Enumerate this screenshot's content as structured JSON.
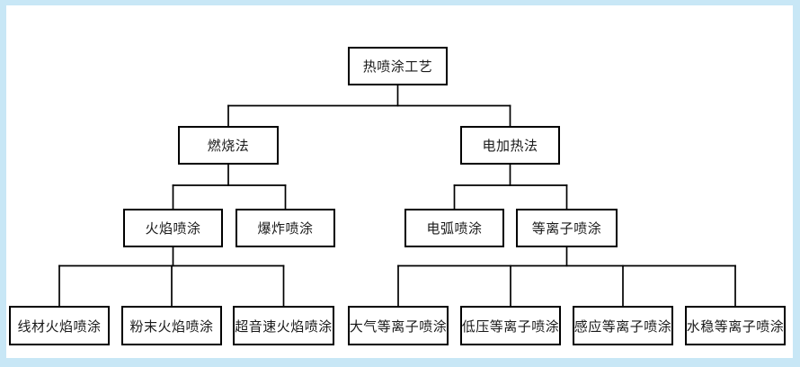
{
  "diagram": {
    "type": "tree-flowchart",
    "title_node": "热喷涂工艺",
    "nodes": [
      {
        "id": "thermal-spray-process",
        "label": "热喷涂工艺",
        "level": 1,
        "parent": null
      },
      {
        "id": "combustion-method",
        "label": "燃烧法",
        "level": 2,
        "parent": "thermal-spray-process"
      },
      {
        "id": "electric-heating-method",
        "label": "电加热法",
        "level": 2,
        "parent": "thermal-spray-process"
      },
      {
        "id": "flame-spraying",
        "label": "火焰喷涂",
        "level": 3,
        "parent": "combustion-method"
      },
      {
        "id": "detonation-spraying",
        "label": "爆炸喷涂",
        "level": 3,
        "parent": "combustion-method"
      },
      {
        "id": "arc-spraying",
        "label": "电弧喷涂",
        "level": 3,
        "parent": "electric-heating-method"
      },
      {
        "id": "plasma-spraying",
        "label": "等离子喷涂",
        "level": 3,
        "parent": "electric-heating-method"
      },
      {
        "id": "wire-flame-spraying",
        "label": "线材火焰喷涂",
        "level": 4,
        "parent": "flame-spraying"
      },
      {
        "id": "powder-flame-spraying",
        "label": "粉末火焰喷涂",
        "level": 4,
        "parent": "flame-spraying"
      },
      {
        "id": "supersonic-flame-spraying",
        "label": "超音速火焰喷涂",
        "level": 4,
        "parent": "flame-spraying"
      },
      {
        "id": "atmospheric-plasma-spraying",
        "label": "大气等离子喷涂",
        "level": 4,
        "parent": "plasma-spraying"
      },
      {
        "id": "low-pressure-plasma-spraying",
        "label": "低压等离子喷涂",
        "level": 4,
        "parent": "plasma-spraying"
      },
      {
        "id": "induction-plasma-spraying",
        "label": "感应等离子喷涂",
        "level": 4,
        "parent": "plasma-spraying"
      },
      {
        "id": "water-stabilized-plasma-spraying",
        "label": "水稳等离子喷涂",
        "level": 4,
        "parent": "plasma-spraying"
      }
    ]
  },
  "colors": {
    "page_background": "#c8e7f6",
    "canvas_background": "#ffffff",
    "box_border": "#000000",
    "connector_line": "#000000",
    "text": "#1a1a1a"
  }
}
